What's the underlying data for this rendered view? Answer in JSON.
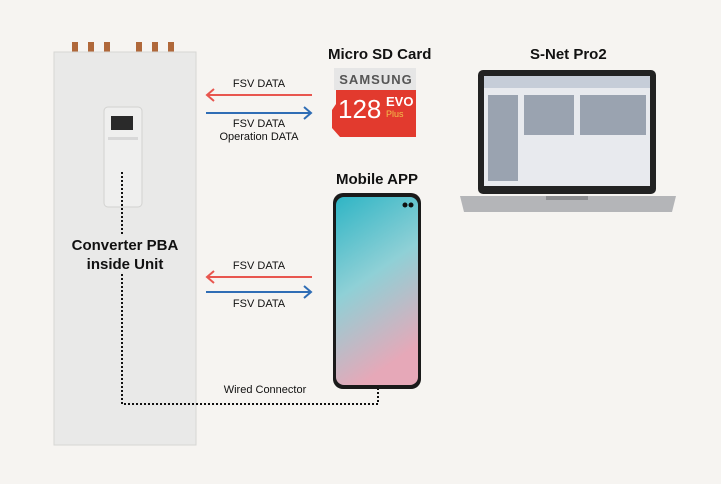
{
  "unit": {
    "label_line1": "Converter PBA",
    "label_line2": "inside Unit"
  },
  "sd_card": {
    "title": "Micro SD Card",
    "brand": "SAMSUNG",
    "capacity": "128",
    "model": "EVO",
    "sub": "Plus"
  },
  "laptop": {
    "title": "S-Net Pro2"
  },
  "mobile": {
    "title": "Mobile APP"
  },
  "sd_link": {
    "to_unit": "FSV DATA",
    "to_card_line1": "FSV DATA",
    "to_card_line2": "Operation DATA"
  },
  "app_link": {
    "to_unit": "FSV DATA",
    "to_app": "FSV DATA"
  },
  "wired": {
    "label": "Wired Connector"
  },
  "colors": {
    "red": "#e8564f",
    "blue": "#2f6db5"
  }
}
